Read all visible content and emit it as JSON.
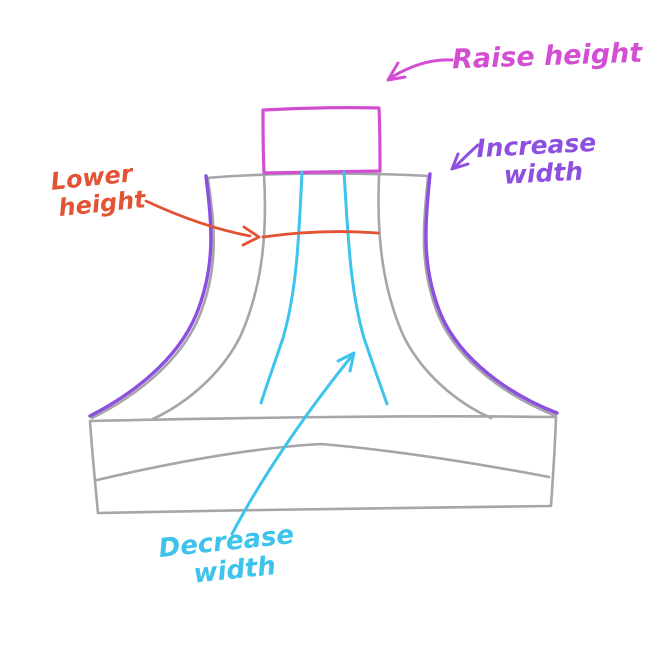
{
  "annotations": {
    "raise_height": {
      "label": "Raise height",
      "color": "#d24fd2"
    },
    "increase_width": {
      "line1": "Increase",
      "line2": "width",
      "color": "#8c4fe0"
    },
    "lower_height": {
      "line1": "Lower",
      "line2": "height",
      "color": "#e25233"
    },
    "decrease_width": {
      "line1": "Decrease",
      "line2": "width",
      "color": "#3ec3ec"
    }
  },
  "shape": {
    "outline_color": "#a5a5aa",
    "background": "#ffffff"
  }
}
